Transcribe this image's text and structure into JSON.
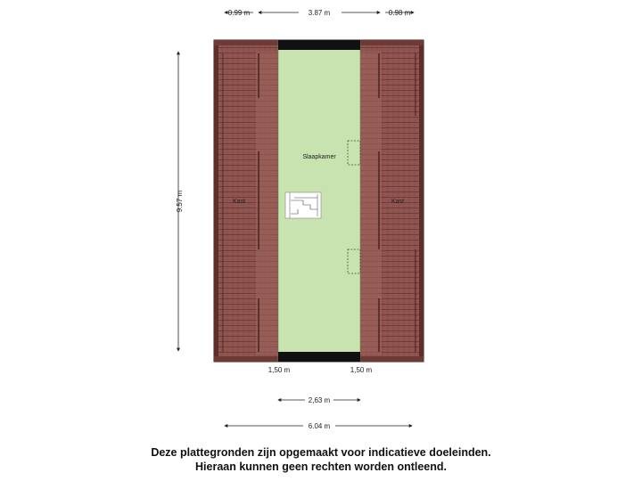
{
  "dimensions": {
    "top_left": "0.99 m",
    "top_middle": "3.87 m",
    "top_right": "0.98 m",
    "side_height": "9.57 m",
    "low_left": "1,50 m",
    "low_right": "1,50 m",
    "inner_width": "2,63 m",
    "total_width": "6.04 m"
  },
  "rooms": {
    "main": "Slaapkamer",
    "left_storage": "Kast",
    "right_storage": "Kast"
  },
  "colors": {
    "roof": "#8a4f4a",
    "roof_dark": "#5e2f2a",
    "room_fill": "#c8e3b0",
    "wall": "#111111"
  },
  "disclaimer": {
    "line1": "Deze plattegronden zijn opgemaakt voor indicatieve doeleinden.",
    "line2": "Hieraan kunnen geen rechten worden ontleend."
  }
}
